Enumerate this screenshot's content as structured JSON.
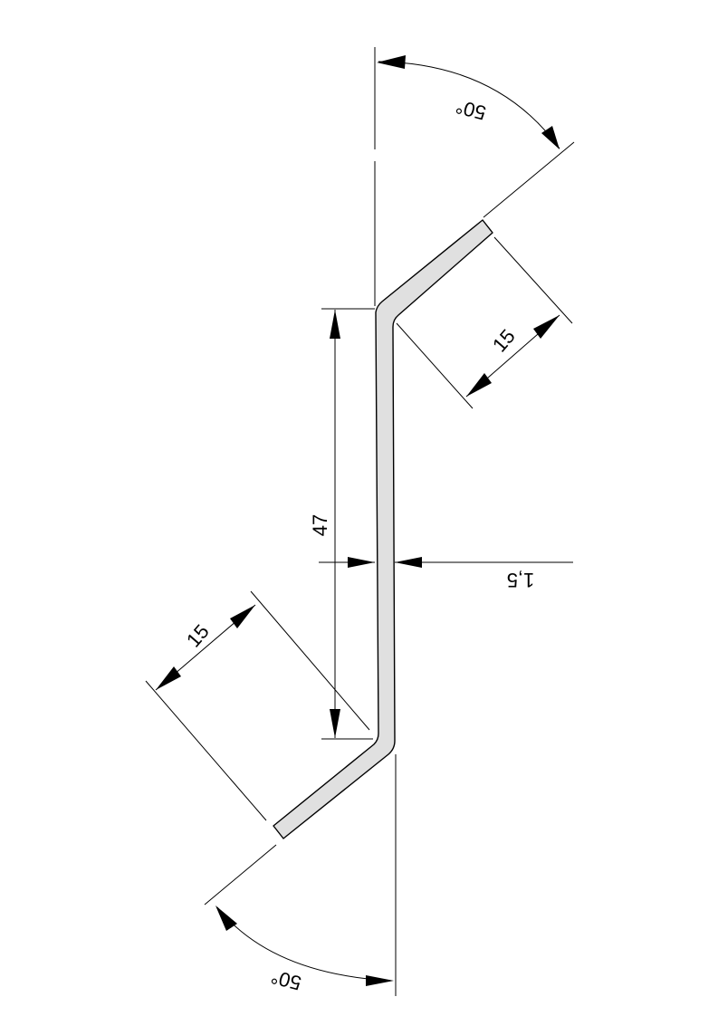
{
  "dimensions": {
    "web_length": "47",
    "thickness": "1,5",
    "top_flange_length": "15",
    "bottom_flange_length": "15",
    "top_angle": "50°",
    "bottom_angle": "50°"
  },
  "colors": {
    "profile_fill": "#e0e0e0",
    "line": "#000000"
  }
}
